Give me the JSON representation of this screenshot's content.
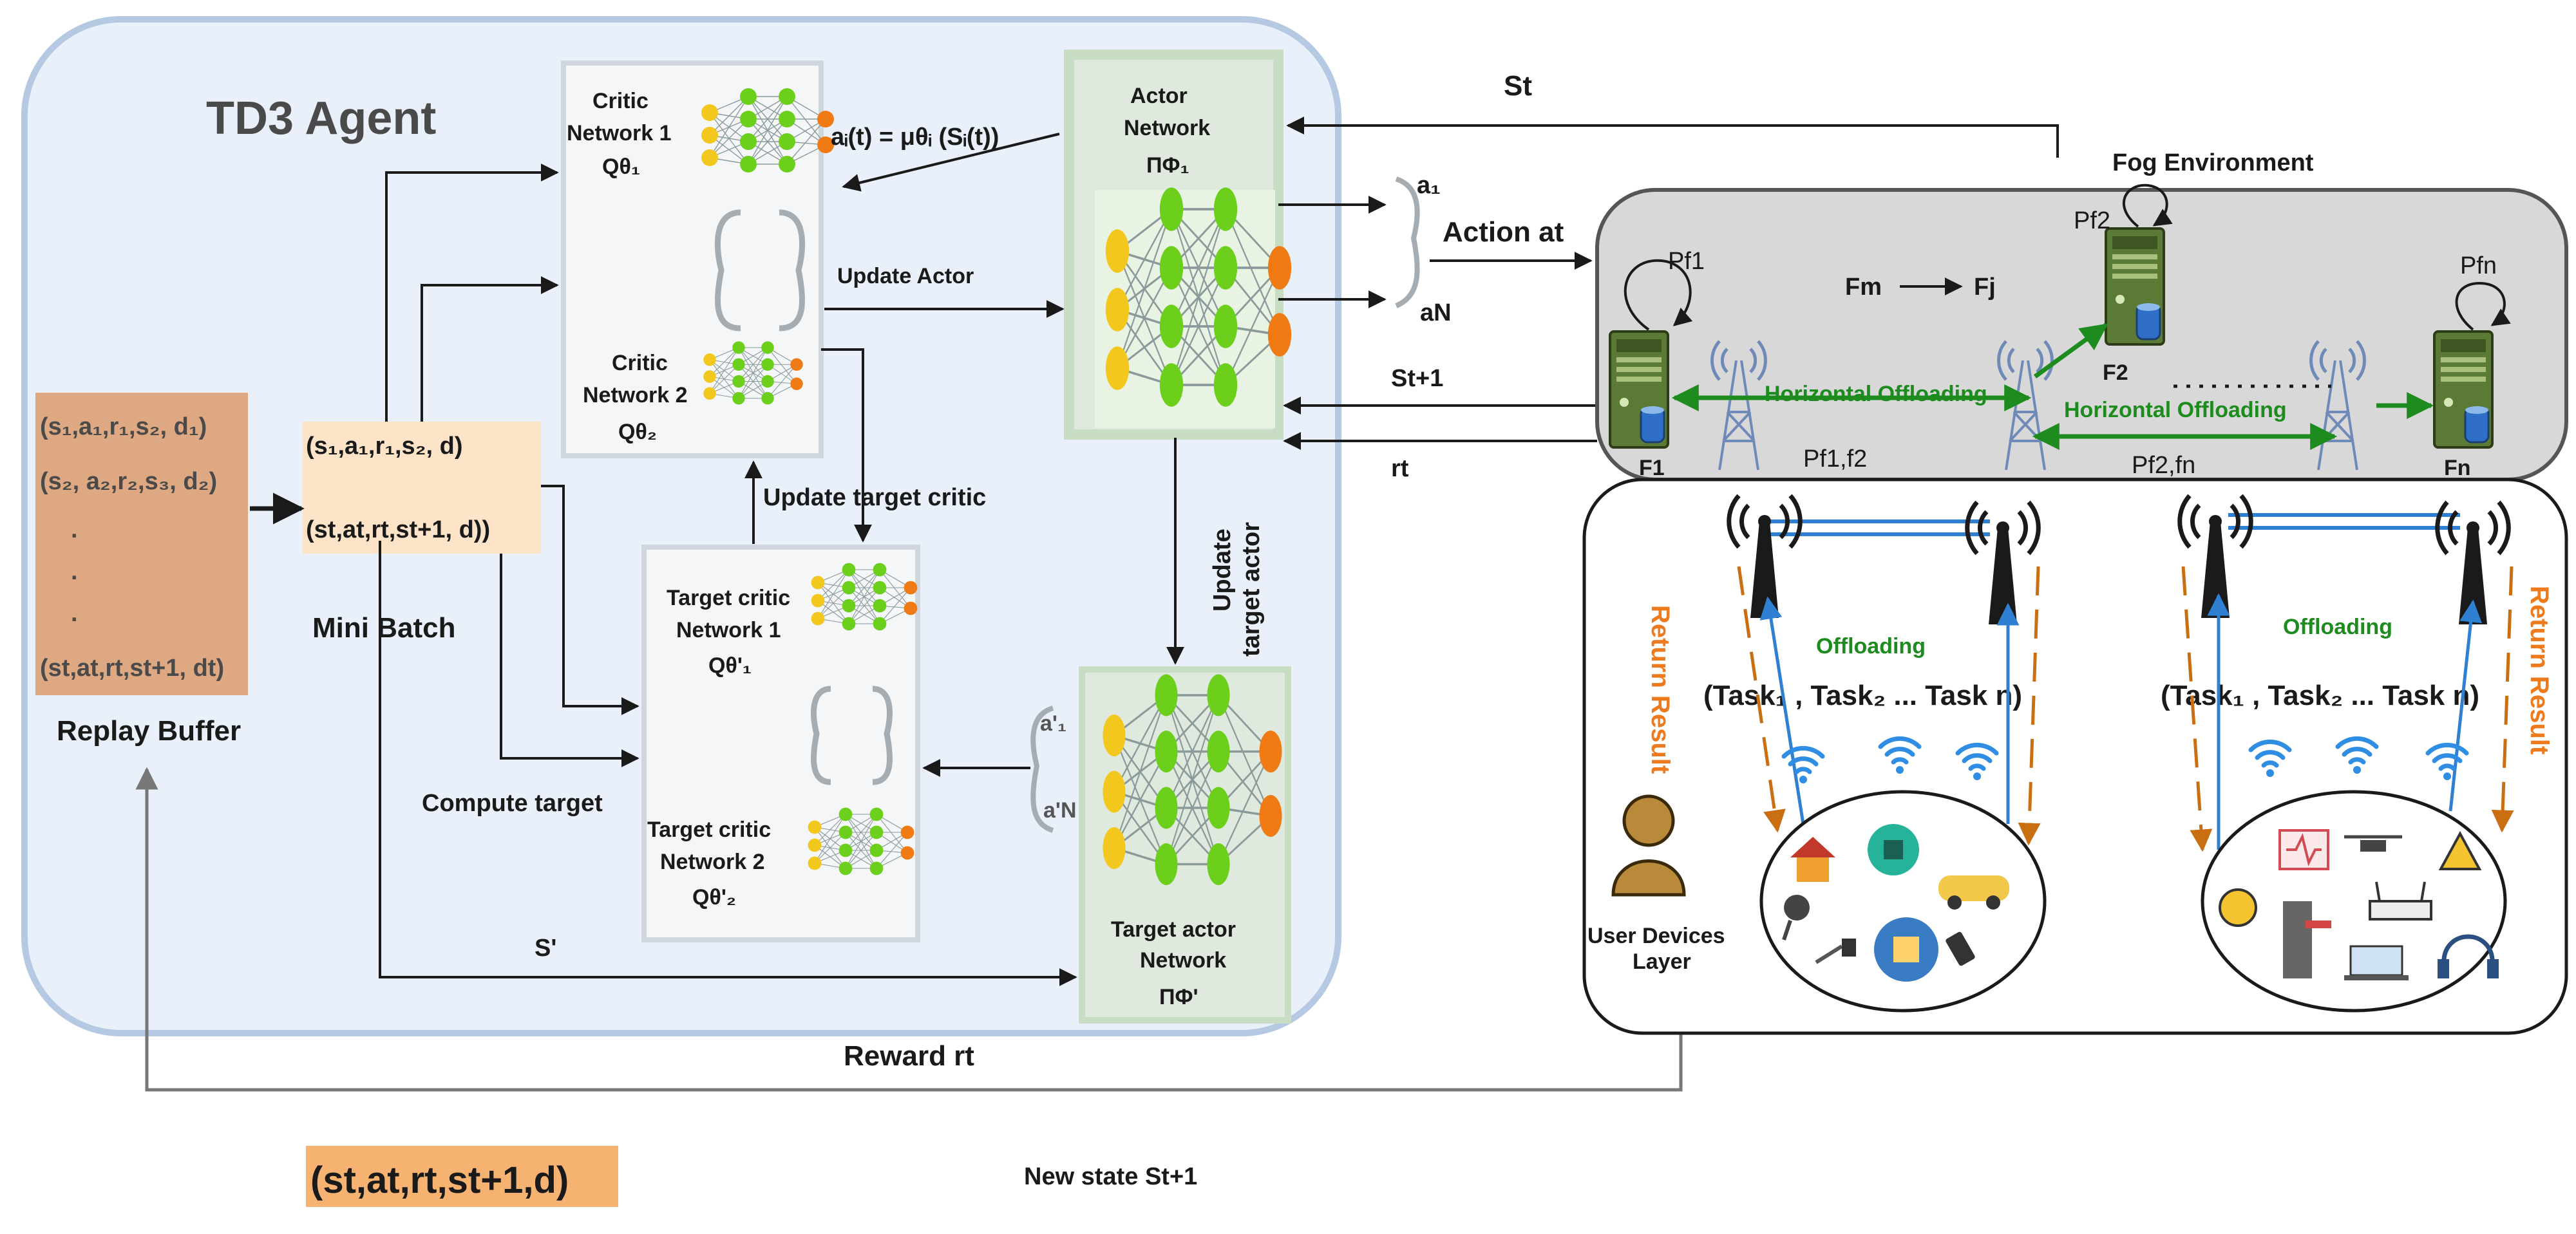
{
  "agent": {
    "title": "TD3 Agent",
    "critic1": [
      "Critic",
      "Network 1",
      "Qθ₁"
    ],
    "critic2": [
      "Critic",
      "Network 2",
      "Qθ₂"
    ],
    "actor": [
      "Actor",
      "Network",
      "ΠΦ₁"
    ],
    "target_critic1": [
      "Target critic",
      "Network 1",
      "Qθ'₁"
    ],
    "target_critic2": [
      "Target critic",
      "Network 2",
      "Qθ'₂"
    ],
    "target_actor": [
      "Target actor",
      "Network",
      "ΠΦ'"
    ],
    "policy_eq": "aᵢ(t) = μθᵢ (Sᵢ(t))",
    "update_actor": "Update Actor",
    "update_target_critic": "Update target critic",
    "update_target_actor": [
      "Update",
      "target actor"
    ],
    "compute_target": "Compute target",
    "s_prime": "S'",
    "target_actions": [
      "a'₁",
      "a'N"
    ]
  },
  "replay_buffer": {
    "label": "Replay Buffer",
    "rows": [
      "(s₁,a₁,r₁,s₂, d₁)",
      "(s₂, a₂,r₂,s₃, d₂)",
      ".",
      ".",
      ".",
      "(st,at,rt,st+1, dt)"
    ]
  },
  "mini_batch": {
    "label": "Mini Batch",
    "rows": [
      "(s₁,a₁,r₁,s₂, d)",
      "(st,at,rt,st+1, d))"
    ]
  },
  "signals": {
    "state": "St",
    "actions": [
      "a₁",
      "aN"
    ],
    "action": "Action at",
    "next_state": "St+1",
    "reward_small": "rt",
    "reward": "Reward rt",
    "new_state": "New state St+1",
    "transition": "(st,at,rt,st+1,d)"
  },
  "fog": {
    "title": "Fog Environment",
    "migration": [
      "Fm",
      "Fj"
    ],
    "nodes": [
      "F1",
      "F2",
      "Fn"
    ],
    "powers": [
      "Pf1",
      "Pf2",
      "Pfn"
    ],
    "horizontal": "Horizontal Offloading",
    "links": [
      "Pf1,f2",
      "Pf2,fn"
    ]
  },
  "users": {
    "layer": [
      "User Devices",
      "Layer"
    ],
    "offloading": "Offloading",
    "tasks": "(Task₁ , Task₂ ... Task n)",
    "return_result": "Return Result"
  },
  "colors": {
    "agent_bg": "#e9f0f9",
    "agent_border": "#b6c9e3",
    "buffer": "#dea882",
    "minibatch": "#fde3c8",
    "transition": "#f6b270",
    "actor_box": "#dfe9dd",
    "fog_bg": "#d8d8d8",
    "green_arrow": "#1e8b1e",
    "return_orange": "#ee7a1e",
    "blue_arrow": "#2f7fd3"
  }
}
